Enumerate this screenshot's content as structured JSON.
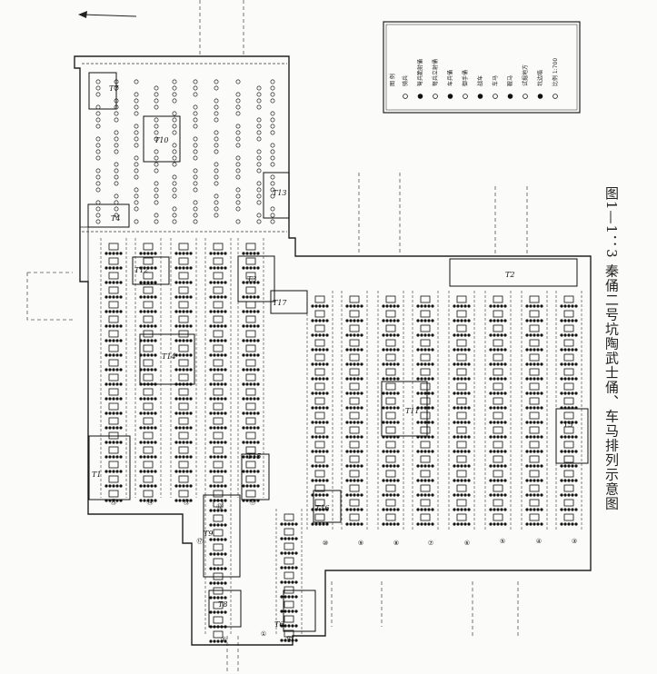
{
  "caption": "图1—1：3 秦俑二号坑陶武士俑、车马排列示意图",
  "legend": {
    "title": "图 例",
    "items": [
      {
        "label": "骑兵",
        "icon": "circle-icon"
      },
      {
        "label": "弩兵跪射俑",
        "icon": "small-circle-icon"
      },
      {
        "label": "弩兵立射俑",
        "icon": "dot-icon"
      },
      {
        "label": "车兵俑",
        "icon": "filled-dot-icon"
      },
      {
        "label": "御手俑",
        "icon": "figure-icon"
      },
      {
        "label": "战车",
        "icon": "chariot-icon"
      },
      {
        "label": "车马",
        "icon": "cart-icon"
      },
      {
        "label": "鞍马",
        "icon": "horse-icon"
      },
      {
        "label": "试掘地方",
        "icon": "trench-icon"
      },
      {
        "label": "坑边墙",
        "icon": "wall-icon"
      },
      {
        "label": "比例 1:700",
        "icon": "scale-icon"
      }
    ]
  },
  "labels": {
    "T1": "T1",
    "T2": "T2",
    "T3": "T3",
    "T4": "T4",
    "T5": "T5",
    "T6": "T6",
    "T7": "T7",
    "T8": "T8",
    "T9": "T9",
    "T10": "T10",
    "T11": "T11",
    "T12": "T12",
    "T13": "T13",
    "T14": "T14",
    "T15": "T15",
    "T16": "T16",
    "T17": "T17"
  },
  "column_numbers": [
    "⑮",
    "⑭",
    "⑬",
    "⑫",
    "⑪",
    "⑩",
    "⑨",
    "⑧",
    "⑦",
    "⑥",
    "⑤",
    "④",
    "③",
    "②",
    "①",
    "⑯",
    "⑰"
  ]
}
